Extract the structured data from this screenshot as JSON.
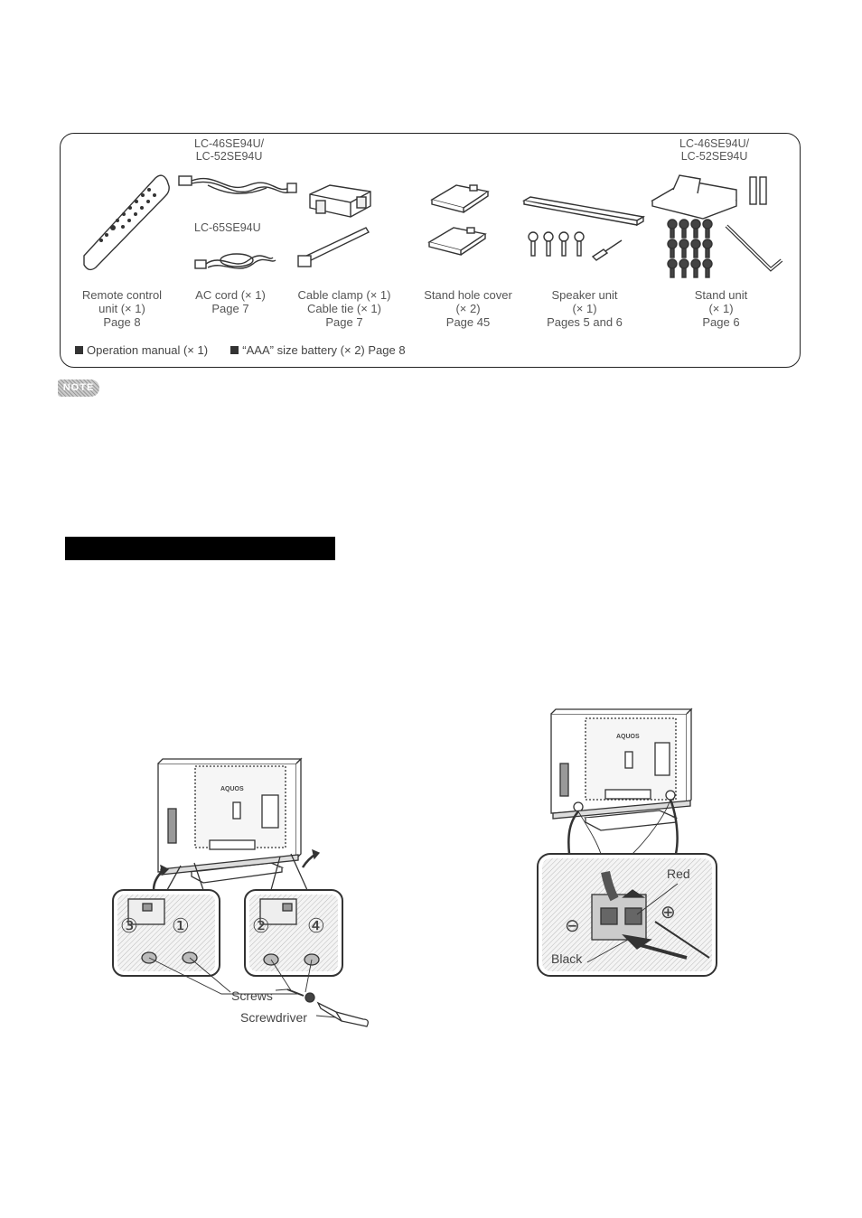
{
  "accessories": {
    "models_left": [
      "LC-46SE94U/",
      "LC-52SE94U"
    ],
    "model_65": "LC-65SE94U",
    "models_right": [
      "LC-46SE94U/",
      "LC-52SE94U"
    ],
    "items": [
      {
        "lines": [
          "Remote control",
          "unit (× 1)",
          "Page 8"
        ]
      },
      {
        "lines": [
          "AC cord (× 1)",
          "Page 7"
        ]
      },
      {
        "lines": [
          "Cable clamp (× 1)",
          "Cable tie (× 1)",
          "Page 7"
        ]
      },
      {
        "lines": [
          "Stand hole cover",
          "(× 2)",
          "Page 45"
        ]
      },
      {
        "lines": [
          "Speaker unit",
          "(× 1)",
          "Pages 5 and 6"
        ]
      },
      {
        "lines": [
          "Stand unit",
          "(× 1)",
          "Page 6"
        ]
      }
    ],
    "footer": {
      "manual": "Operation manual (× 1)",
      "battery": "“AAA” size battery (× 2) Page 8"
    }
  },
  "note_badge": "NOTE",
  "figure_left": {
    "numbers": [
      "③",
      "①",
      "②",
      "④"
    ],
    "screws": "Screws",
    "screwdriver": "Screwdriver",
    "brand": "AQUOS"
  },
  "figure_right": {
    "red": "Red",
    "black": "Black",
    "minus": "⊖",
    "plus": "⊕",
    "brand": "AQUOS"
  }
}
